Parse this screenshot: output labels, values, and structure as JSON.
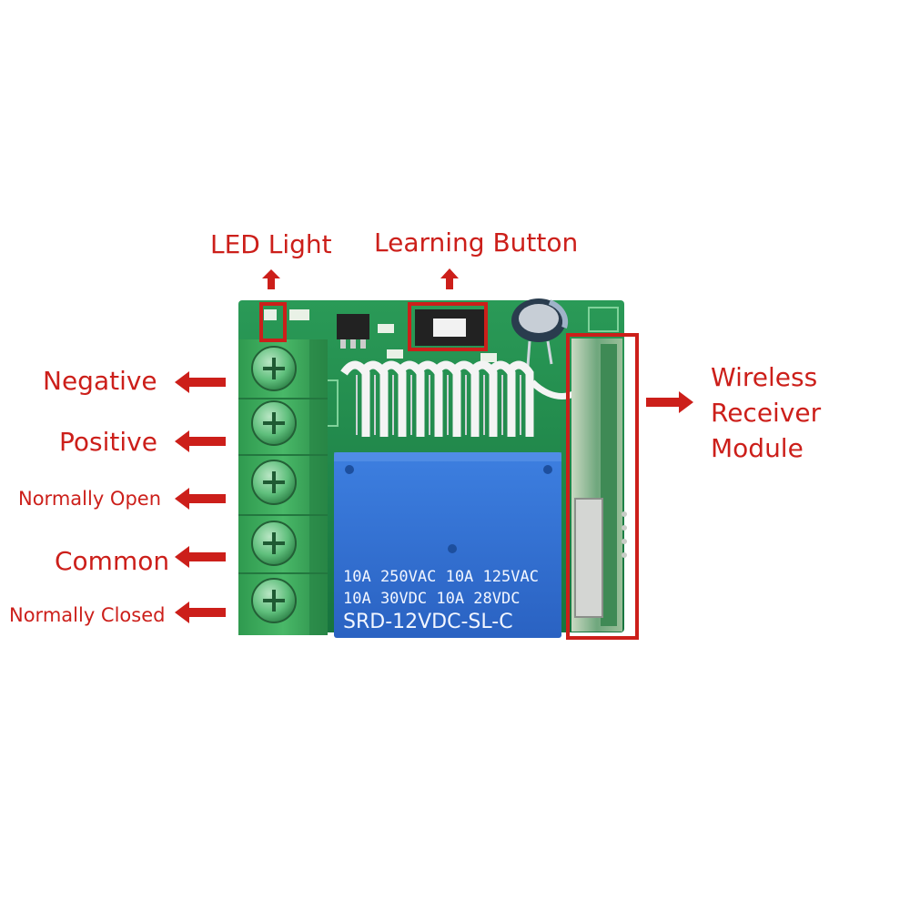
{
  "labels": {
    "led_light": "LED Light",
    "learning_button": "Learning Button",
    "negative": "Negative",
    "positive": "Positive",
    "normally_open": "Normally Open",
    "common": "Common",
    "normally_closed": "Normally Closed",
    "wireless_receiver_module": [
      "Wireless",
      "Receiver",
      "Module"
    ]
  },
  "relay": {
    "rating_line_1": "10A 250VAC 10A 125VAC",
    "rating_line_2": "10A 30VDC 10A 28VDC",
    "model": "SRD-12VDC-SL-C"
  },
  "colors": {
    "annotation": "#cc1f1a",
    "pcb": "#1f8a4c",
    "terminal": "#3aa35a",
    "relay": "#2f6fd0"
  }
}
